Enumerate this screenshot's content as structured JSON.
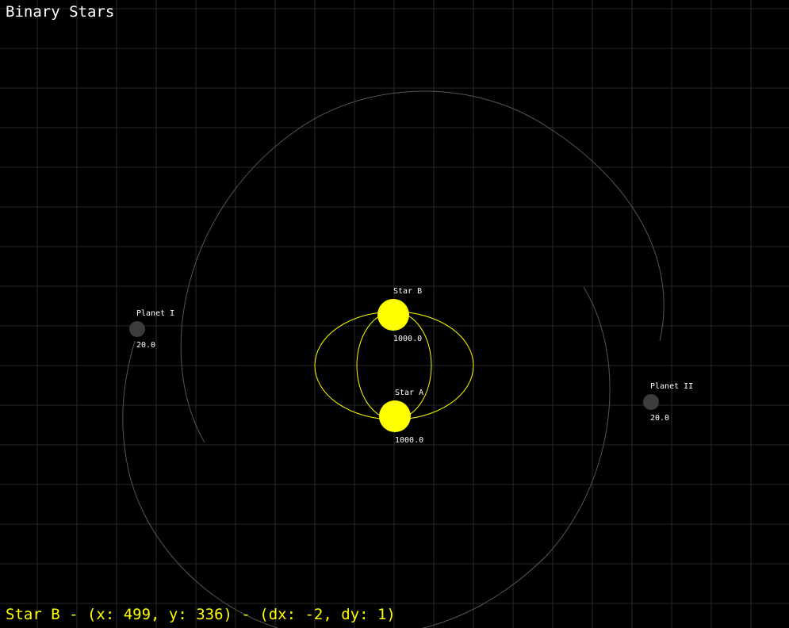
{
  "app": {
    "title": "Binary Stars"
  },
  "status_line": "Star B - (x: 499, y: 336) - (dx: -2, dy: 1)",
  "colors": {
    "background": "#000000",
    "grid": "#2a2a2a",
    "star": "#ffff00",
    "planet": "#3c3c3c",
    "planet_trail": "#555555",
    "text": "#ffffff",
    "status_text": "#ffff00"
  },
  "bodies": [
    {
      "name": "Star B",
      "mass": "1000.0",
      "kind": "star"
    },
    {
      "name": "Star A",
      "mass": "1000.0",
      "kind": "star"
    },
    {
      "name": "Planet I",
      "mass": "20.0",
      "kind": "planet"
    },
    {
      "name": "Planet II",
      "mass": "20.0",
      "kind": "planet"
    }
  ]
}
